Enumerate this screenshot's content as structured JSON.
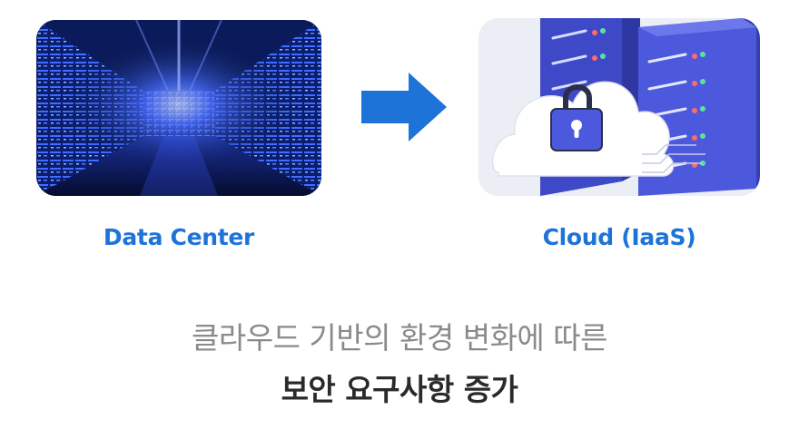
{
  "diagram": {
    "source": {
      "label": "Data Center",
      "icon": "server-corridor-icon"
    },
    "arrow": {
      "icon": "right-arrow-icon",
      "color": "#1e73d8"
    },
    "target": {
      "label": "Cloud (IaaS)",
      "icon": "cloud-lock-server-icon"
    },
    "caption_line_1": "클라우드 기반의 환경 변화에 따른",
    "caption_line_2": "보안 요구사항 증가"
  },
  "colors": {
    "label": "#1e73d8",
    "caption_light": "#8a8a8a",
    "caption_dark": "#2a2a2a"
  }
}
